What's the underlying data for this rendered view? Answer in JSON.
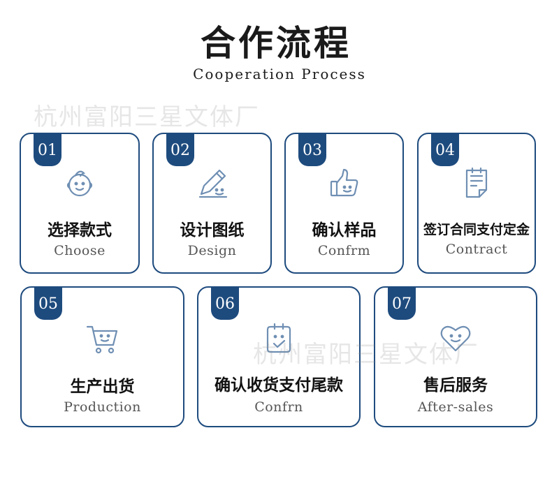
{
  "header": {
    "title": "合作流程",
    "subtitle": "Cooperation Process"
  },
  "watermark": "杭州富阳三星文体厂",
  "colors": {
    "accent": "#1e4b7e",
    "icon": "#6f8fb3"
  },
  "steps": [
    {
      "num": "01",
      "title": "选择款式",
      "subtitle": "Choose",
      "icon": "baby-face-icon"
    },
    {
      "num": "02",
      "title": "设计图纸",
      "subtitle": "Design",
      "icon": "pencil-icon"
    },
    {
      "num": "03",
      "title": "确认样品",
      "subtitle": "Confrm",
      "icon": "thumbs-up-icon"
    },
    {
      "num": "04",
      "title": "签订合同支付定金",
      "subtitle": "Contract",
      "icon": "contract-document-icon"
    },
    {
      "num": "05",
      "title": "生产出货",
      "subtitle": "Production",
      "icon": "shopping-cart-icon"
    },
    {
      "num": "06",
      "title": "确认收货支付尾款",
      "subtitle": "Confrn",
      "icon": "clipboard-check-icon"
    },
    {
      "num": "07",
      "title": "售后服务",
      "subtitle": "After-sales",
      "icon": "heart-icon"
    }
  ]
}
